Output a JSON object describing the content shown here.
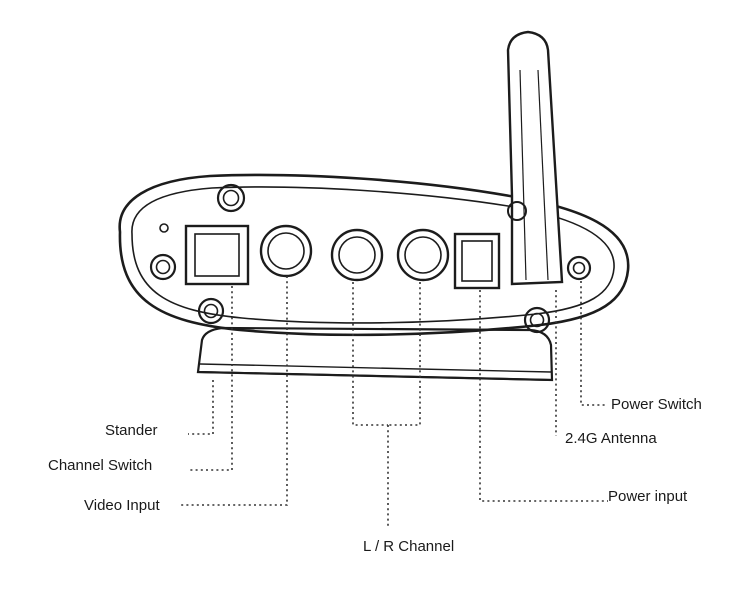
{
  "labels": {
    "stander": "Stander",
    "channel_switch": "Channel Switch",
    "video_input": "Video Input",
    "lr_channel": "L / R Channel",
    "power_switch": "Power Switch",
    "antenna": "2.4G  Antenna",
    "power_input": "Power input"
  }
}
